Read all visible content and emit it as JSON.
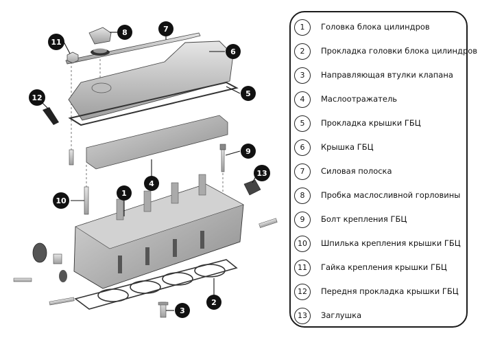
{
  "callouts": [
    "1",
    "2",
    "3",
    "4",
    "5",
    "6",
    "7",
    "8",
    "9",
    "10",
    "11",
    "12",
    "13"
  ],
  "legend": [
    {
      "num": "1",
      "text": "Головка блока цилиндров"
    },
    {
      "num": "2",
      "text": "Прокладка головки блока цилиндров"
    },
    {
      "num": "3",
      "text": "Направляющая втулки клапана"
    },
    {
      "num": "4",
      "text": "Маслоотражатель"
    },
    {
      "num": "5",
      "text": "Прокладка крышки ГБЦ"
    },
    {
      "num": "6",
      "text": "Крышка ГБЦ"
    },
    {
      "num": "7",
      "text": "Силовая полоска"
    },
    {
      "num": "8",
      "text": "Пробка маслосливной горловины"
    },
    {
      "num": "9",
      "text": "Болт крепления ГБЦ"
    },
    {
      "num": "10",
      "text": "Шпилька крепления крышки ГБЦ"
    },
    {
      "num": "11",
      "text": "Гайка крепления крышки ГБЦ"
    },
    {
      "num": "12",
      "text": "Передня прокладка крышки ГБЦ"
    },
    {
      "num": "13",
      "text": "Заглушка"
    }
  ],
  "colors": {
    "callout": "#111111",
    "legend_border": "#1a1a1a",
    "part": "#c8c8c8",
    "part_dark": "#8a8a8a"
  }
}
